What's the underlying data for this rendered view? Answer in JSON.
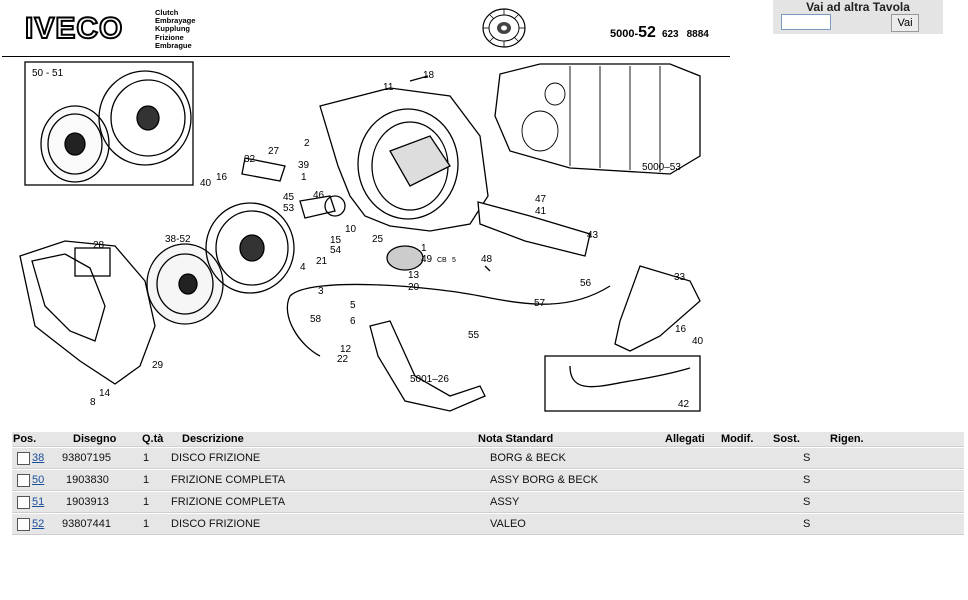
{
  "header": {
    "brand": "IVECO",
    "languages": [
      "Clutch",
      "Embrayage",
      "Kupplung",
      "Frizione",
      "Embrague"
    ],
    "table_ref": {
      "group": "5000-",
      "table": "52",
      "code1": "623",
      "code2": "8884"
    }
  },
  "goto": {
    "title": "Vai ad altra Tavola",
    "input_value": "",
    "button_label": "Vai"
  },
  "drawing": {
    "callouts": [
      "50-51",
      "18",
      "11",
      "5000-53",
      "2",
      "27",
      "32",
      "39",
      "1",
      "16",
      "40",
      "46",
      "45",
      "53",
      "38-52",
      "28",
      "10",
      "15",
      "54",
      "25",
      "4",
      "21",
      "1",
      "49",
      "CB",
      "5",
      "47",
      "41",
      "43",
      "48",
      "20",
      "13",
      "56",
      "33",
      "3",
      "5",
      "6",
      "58",
      "55",
      "57",
      "12",
      "22",
      "16",
      "40",
      "29",
      "5001-26",
      "42",
      "14",
      "8"
    ]
  },
  "parts_table": {
    "headers": {
      "pos": "Pos.",
      "disegno": "Disegno",
      "qta": "Q.tà",
      "descrizione": "Descrizione",
      "nota": "Nota Standard",
      "allegati": "Allegati",
      "modif": "Modif.",
      "sost": "Sost.",
      "rigen": "Rigen."
    },
    "rows": [
      {
        "pos": "38",
        "disegno": "93807195",
        "qta": "1",
        "descrizione": "DISCO FRIZIONE",
        "nota": "BORG & BECK",
        "sost": "S"
      },
      {
        "pos": "50",
        "disegno": "1903830",
        "qta": "1",
        "descrizione": "FRIZIONE COMPLETA",
        "nota": "ASSY BORG & BECK",
        "sost": "S"
      },
      {
        "pos": "51",
        "disegno": "1903913",
        "qta": "1",
        "descrizione": "FRIZIONE COMPLETA",
        "nota": "ASSY",
        "sost": "S"
      },
      {
        "pos": "52",
        "disegno": "93807441",
        "qta": "1",
        "descrizione": "DISCO FRIZIONE",
        "nota": "VALEO",
        "sost": "S"
      }
    ]
  }
}
